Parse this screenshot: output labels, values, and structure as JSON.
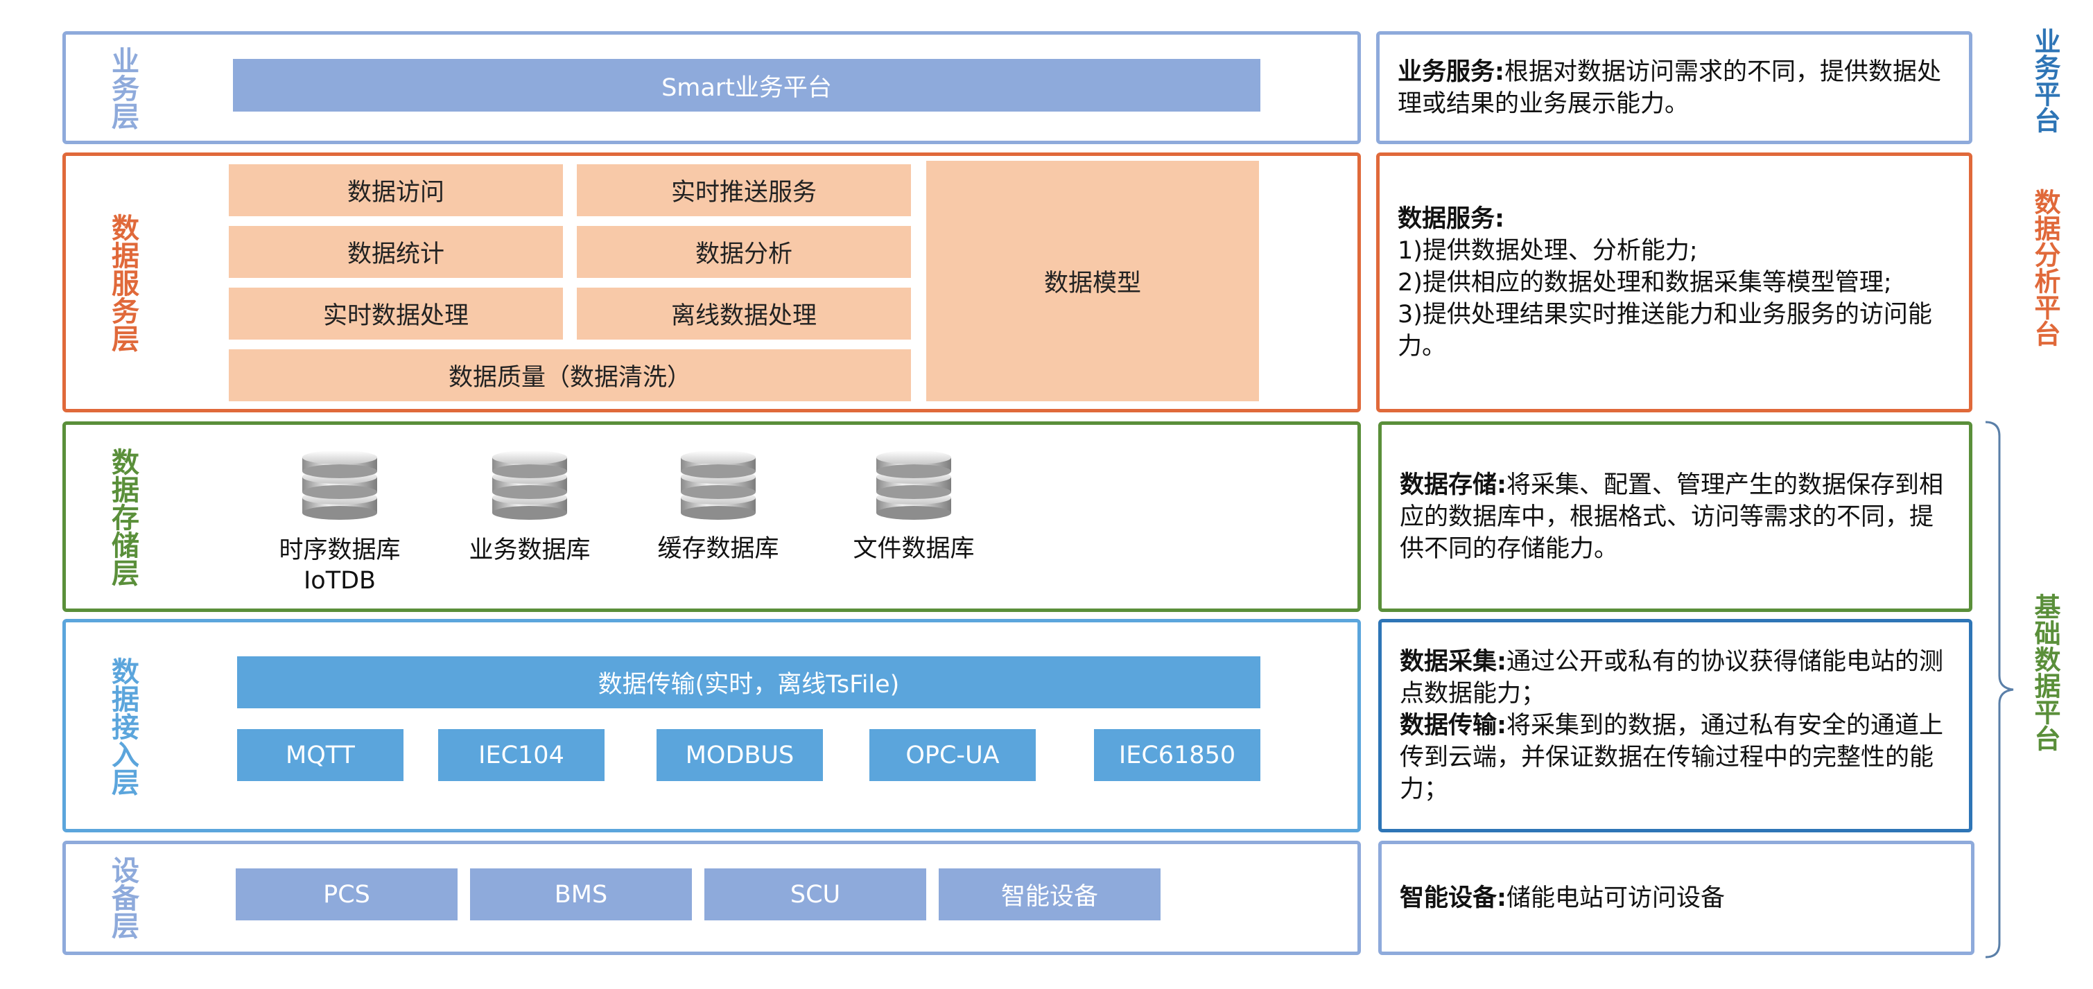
{
  "layers": {
    "business": {
      "label": "业务层",
      "platform": "Smart业务平台"
    },
    "data_service": {
      "label": "数据服务层",
      "items": {
        "access": "数据访问",
        "push": "实时推送服务",
        "stats": "数据统计",
        "analysis": "数据分析",
        "realtime_proc": "实时数据处理",
        "offline_proc": "离线数据处理",
        "quality": "数据质量（数据清洗）",
        "model": "数据模型"
      }
    },
    "storage": {
      "label": "数据存储层",
      "databases": [
        {
          "name": "时序数据库",
          "sub": "IoTDB"
        },
        {
          "name": "业务数据库",
          "sub": ""
        },
        {
          "name": "缓存数据库",
          "sub": ""
        },
        {
          "name": "文件数据库",
          "sub": ""
        }
      ]
    },
    "access": {
      "label": "数据接入层",
      "transport": "数据传输(实时，离线TsFile)",
      "protocols": [
        "MQTT",
        "IEC104",
        "MODBUS",
        "OPC-UA",
        "IEC61850"
      ]
    },
    "device": {
      "label": "设备层",
      "devices": [
        "PCS",
        "BMS",
        "SCU",
        "智能设备"
      ]
    }
  },
  "descriptions": {
    "business": {
      "title": "业务服务:",
      "text": "根据对数据访问需求的不同，提供数据处理或结果的业务展示能力。"
    },
    "data_service": {
      "title": "数据服务:",
      "lines": [
        "1)提供数据处理、分析能力;",
        "2)提供相应的数据处理和数据采集等模型管理;",
        "3)提供处理结果实时推送能力和业务服务的访问能力。"
      ]
    },
    "storage": {
      "title": "数据存储:",
      "text": "将采集、配置、管理产生的数据保存到相应的数据库中，根据格式、访问等需求的不同，提供不同的存储能力。"
    },
    "access": {
      "collect_title": "数据采集:",
      "collect_text": "通过公开或私有的协议获得储能电站的测点数据能力；",
      "transfer_title": "数据传输:",
      "transfer_text": "将采集到的数据，通过私有安全的通道上传到云端，并保证数据在传输过程中的完整性的能力；"
    },
    "device": {
      "title": "智能设备:",
      "text": "储能电站可访问设备"
    }
  },
  "side_labels": {
    "business_platform": "业务平台",
    "analysis_platform": "数据分析平台",
    "base_platform": "基础数据平台"
  },
  "colors": {
    "business": "#8eaadb",
    "data_service": "#e0693a",
    "storage": "#5a8f3a",
    "access": "#5ba5dc",
    "access_desc_border": "#2e75b6",
    "device": "#8eaadb",
    "peach": "#f8c9a8"
  }
}
